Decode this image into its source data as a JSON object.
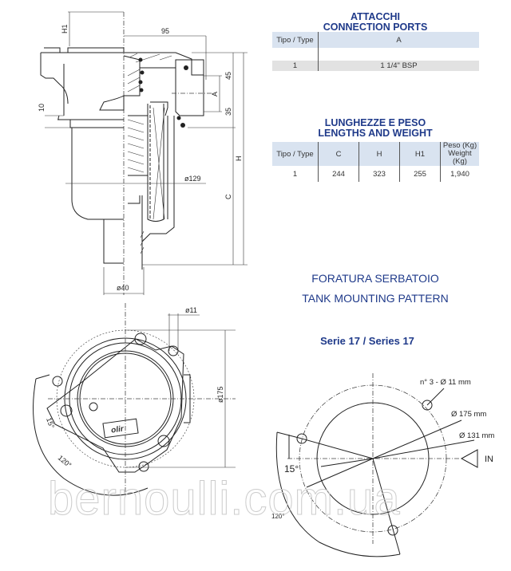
{
  "ports": {
    "title_it": "ATTACCHI",
    "title_en": "CONNECTION PORTS",
    "headers": [
      "Tipo / Type",
      "A"
    ],
    "rows": [
      [
        "1",
        "1 1/4\" BSP"
      ]
    ]
  },
  "lengths": {
    "title_it": "LUNGHEZZE E PESO",
    "title_en": "LENGTHS AND WEIGHT",
    "headers": [
      "Tipo / Type",
      "C",
      "H",
      "H1",
      "Peso (Kg)",
      "Weight (Kg)"
    ],
    "rows": [
      [
        "1",
        "244",
        "323",
        "255",
        "1,940"
      ]
    ]
  },
  "mounting": {
    "title_it": "FORATURA SERBATOIO",
    "title_en": "TANK MOUNTING PATTERN",
    "series": "Serie 17 / Series 17",
    "holes": "n° 3 - Ø 11 mm",
    "d175": "Ø 175 mm",
    "d131": "Ø 131 mm",
    "in": "IN",
    "angle15": "15°",
    "angle120": "120°"
  },
  "side_view": {
    "h1": "H1",
    "d95": "95",
    "d10": "10",
    "d45": "45",
    "a": "A",
    "d35": "35",
    "h": "H",
    "c": "C",
    "d129": "ø129",
    "d40": "ø40"
  },
  "front_view": {
    "d11": "ø11",
    "d175": "ø175",
    "angle15": "15°",
    "angle120": "120°",
    "logo": "olir"
  },
  "watermark": "bernoulli.com.ua",
  "colors": {
    "title": "#1f3a8a",
    "header": "#d9e3f0",
    "row": "#e2e2e2"
  }
}
